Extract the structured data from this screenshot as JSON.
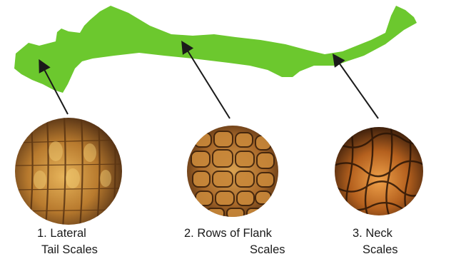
{
  "colors": {
    "silhouette": "#6cc82e",
    "arrow": "#1a1a1a",
    "background": "#ffffff"
  },
  "labels": [
    {
      "number": "1.",
      "line1": "1. Lateral",
      "line2": "Tail Scales"
    },
    {
      "number": "2.",
      "line1": "2. Rows of Flank",
      "line2": "Scales"
    },
    {
      "number": "3.",
      "line1": "3. Neck",
      "line2": "Scales"
    }
  ],
  "photos": [
    {
      "name": "lateral-tail-scales-photo",
      "pattern": "vertical-rows"
    },
    {
      "name": "flank-scales-photo",
      "pattern": "rounded-grid"
    },
    {
      "name": "neck-scales-photo",
      "pattern": "cracked-network"
    }
  ]
}
